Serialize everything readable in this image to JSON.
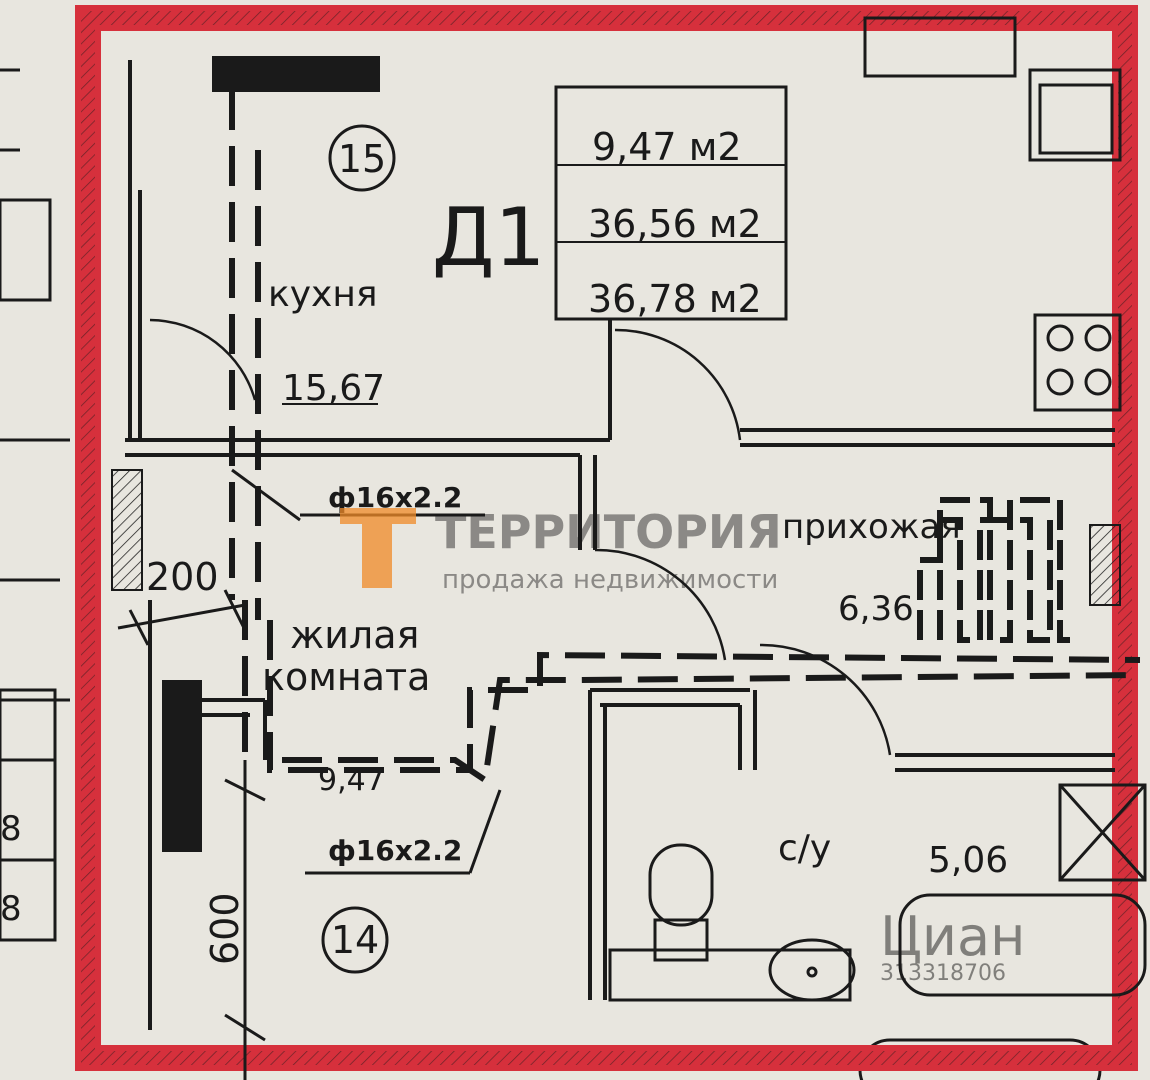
{
  "apartment": {
    "label": "Д1",
    "areas": [
      "9,47 м2",
      "36,56 м2",
      "36,78 м2"
    ]
  },
  "markers": {
    "top": "15",
    "bottom": "14"
  },
  "rooms": {
    "kitchen": {
      "name": "кухня",
      "area": "15,67"
    },
    "living": {
      "name_line1": "жилая",
      "name_line2": "комната",
      "area": "9,47"
    },
    "hall": {
      "name": "прихожая",
      "area": "6,36"
    },
    "bathroom": {
      "name": "с/у",
      "area": "5,06"
    }
  },
  "annotations": {
    "pipe_top": "ф16х2.2",
    "pipe_bottom": "ф16х2.2",
    "dim_200": "200",
    "dim_600": "600"
  },
  "watermarks": {
    "brand": "ТЕРРИТОРИЯ",
    "brand_sub": "продажа недвижимости",
    "cian": "Циан",
    "cian_id": "313318706"
  },
  "colors": {
    "paper": "#e8e6df",
    "outline": "#d6303c",
    "ink": "#1a1a1a",
    "watermark_orange": "#f08a28"
  }
}
